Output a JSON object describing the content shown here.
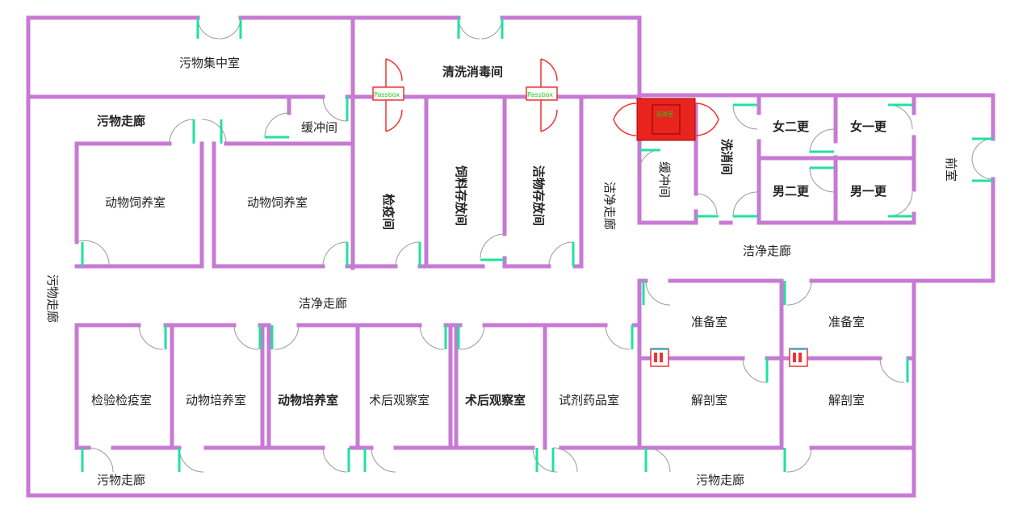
{
  "rooms": {
    "waste_central": "污物集中室",
    "wash_disinfect": "清洗消毒间",
    "waste_corridor_top": "污物走廊",
    "buffer_top": "缓冲间",
    "animal_feed_1": "动物饲养室",
    "animal_feed_2": "动物饲养室",
    "quarantine": "检疫间",
    "feed_storage": "饲料存放间",
    "clean_storage": "洁物存放间",
    "clean_corridor_vertical": "洁净走廊",
    "buffer_right": "缓冲间",
    "wash_room": "洗消间",
    "female_change_2": "女二更",
    "female_change_1": "女一更",
    "male_change_2": "男二更",
    "male_change_1": "男一更",
    "front_room": "前室",
    "clean_corridor_right": "洁净走廊",
    "waste_corridor_left": "污物走廊",
    "clean_corridor_main": "洁净走廊",
    "prep_room_1": "准备室",
    "prep_room_2": "准备室",
    "inspection": "检验检疫室",
    "culture_1": "动物培养室",
    "culture_2": "动物培养室",
    "postop_1": "术后观察室",
    "postop_2": "术后观察室",
    "reagent": "试剂药品室",
    "dissect_1": "解剖室",
    "dissect_2": "解剖室",
    "waste_corridor_bottom_left": "污物走廊",
    "waste_corridor_bottom_right": "污物走廊"
  },
  "passbox_label": "Passbox",
  "shower_label": "风淋室",
  "colors": {
    "wall": "#c77ad3",
    "door_leaf": "#22e0a0",
    "door_arc": "#9a9a9a",
    "equipment": "#e9241f"
  }
}
